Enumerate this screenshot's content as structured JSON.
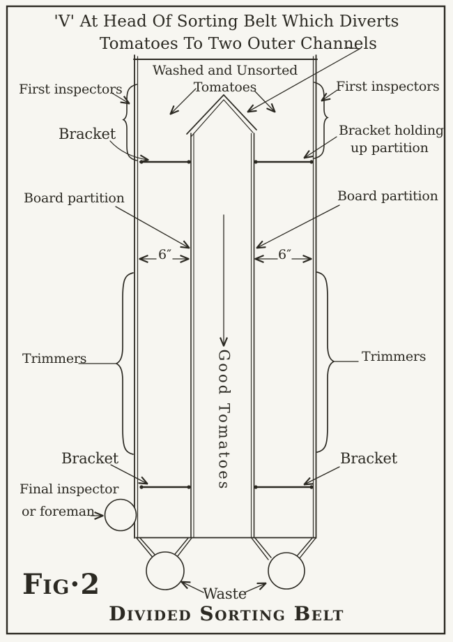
{
  "colors": {
    "ink": "#2b2922",
    "paper": "#f7f6f1"
  },
  "caption": {
    "line1": "'V' At Head Of Sorting Belt Which Diverts",
    "line2": "Tomatoes To Two Outer Channels"
  },
  "belt": {
    "infeed_label_line1": "Washed and Unsorted",
    "infeed_label_line2": "Tomatoes",
    "center_channel_label": "Good Tomatoes",
    "channel_width_left": "6″",
    "channel_width_right": "6″"
  },
  "labels": {
    "first_inspectors_left": "First inspectors",
    "first_inspectors_right": "First inspectors",
    "bracket_upper_left": "Bracket",
    "bracket_holding_line1": "Bracket holding",
    "bracket_holding_line2": "up partition",
    "board_partition_left": "Board partition",
    "board_partition_right": "Board partition",
    "trimmers_left": "Trimmers",
    "trimmers_right": "Trimmers",
    "bracket_lower_left": "Bracket",
    "bracket_lower_right": "Bracket",
    "final_inspector_line1": "Final inspector",
    "final_inspector_line2": "or foreman",
    "waste": "Waste"
  },
  "footer": {
    "figure_number": "Fig·2",
    "title": "Divided Sorting Belt"
  }
}
